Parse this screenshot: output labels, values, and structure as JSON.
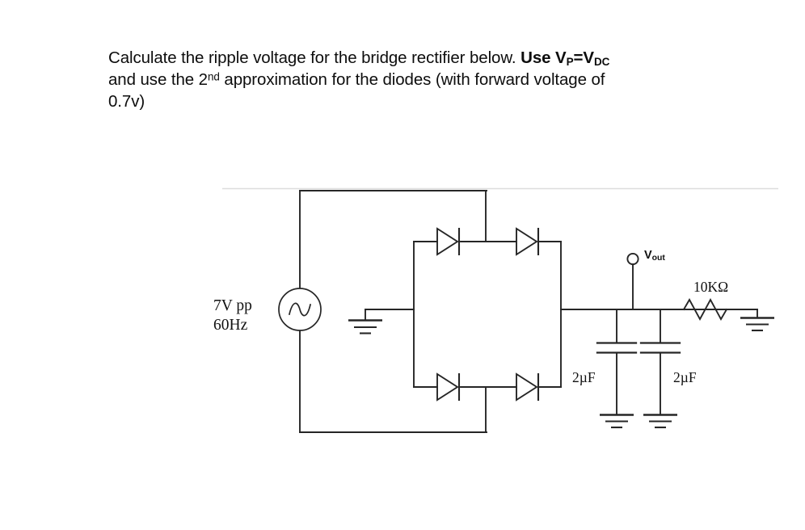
{
  "problem": {
    "line1_a": "Calculate the ripple voltage for the bridge rectifier below. ",
    "line1_bold_a": "Use V",
    "line1_bold_a_sub": "P",
    "line1_bold_b": "=V",
    "line1_bold_b_sub": "DC",
    "line2_a": "and use the 2",
    "line2_sup": "nd",
    "line2_b": " approximation for the diodes (with forward voltage of",
    "line3": "0.7v)"
  },
  "circuit": {
    "type": "full-wave-bridge-rectifier",
    "source": {
      "label_line1": "7V pp",
      "label_line2": "60Hz",
      "amplitude_pp_volts": 7,
      "frequency_hz": 60,
      "symbol": "ac-voltage-source"
    },
    "output_node": {
      "label_v": "V",
      "label_sub": "out",
      "symbol": "open-terminal-node"
    },
    "resistor": {
      "label": "10KΩ",
      "value_ohms": 10000,
      "symbol": "resistor-zigzag"
    },
    "capacitor1": {
      "label": "2µF",
      "value_farads": 2e-06,
      "symbol": "capacitor-parallel-plates"
    },
    "capacitor2": {
      "label": "2µF",
      "value_farads": 2e-06,
      "symbol": "capacitor-parallel-plates"
    },
    "diodes": [
      {
        "name": "diode-top-left",
        "orientation": "anode-left-cathode-right"
      },
      {
        "name": "diode-top-right",
        "orientation": "anode-left-cathode-right"
      },
      {
        "name": "diode-bottom-left",
        "orientation": "anode-left-cathode-right"
      },
      {
        "name": "diode-bottom-right",
        "orientation": "anode-left-cathode-right"
      }
    ],
    "grounds": [
      {
        "name": "ground-source-side",
        "symbol": "earth-ground-3-bar"
      },
      {
        "name": "ground-capacitor-1",
        "symbol": "earth-ground-3-bar"
      },
      {
        "name": "ground-capacitor-2",
        "symbol": "earth-ground-3-bar"
      },
      {
        "name": "ground-load-resistor",
        "symbol": "earth-ground-3-bar"
      }
    ]
  },
  "colors": {
    "wire": "#262626",
    "text": "#111111",
    "statement_text": "#0d0d0d",
    "rule": "#dddddd",
    "background": "#ffffff"
  }
}
